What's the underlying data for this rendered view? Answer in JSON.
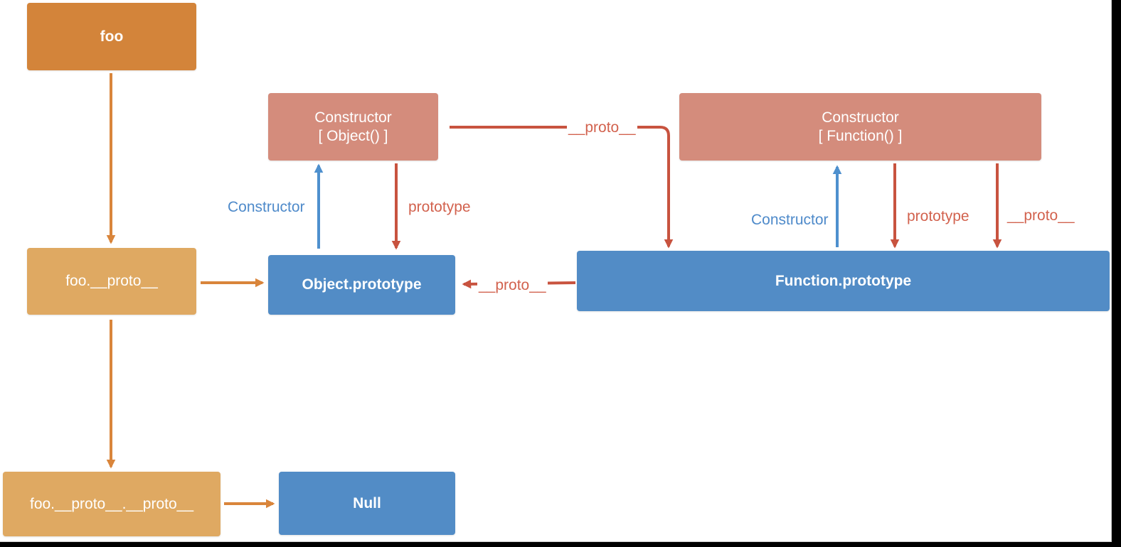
{
  "colors": {
    "dark_orange": "#D3843A",
    "light_orange": "#DFA962",
    "salmon": "#D48C7C",
    "blue": "#528CC6",
    "arrow_orange": "#D9853B",
    "arrow_red": "#C8533F",
    "arrow_blue": "#4E90CE",
    "label_red": "#D2624E",
    "label_blue": "#4E8ACA"
  },
  "nodes": {
    "foo": "foo",
    "foo_proto": "foo.__proto__",
    "foo_proto_proto": "foo.__proto__.__proto__",
    "object_constructor": {
      "line1": "Constructor",
      "line2": "[ Object() ]"
    },
    "function_constructor": {
      "line1": "Constructor",
      "line2": "[ Function() ]"
    },
    "object_prototype": "Object.prototype",
    "function_prototype": "Function.prototype",
    "null_node": "Null"
  },
  "edge_labels": {
    "object_constructor_link": "Constructor",
    "object_prototype_link": "prototype",
    "object_to_function_proto": "__proto__",
    "function_constructor_link": "Constructor",
    "function_prototype_link": "prototype",
    "function_proto_link": "__proto__",
    "function_prototype_to_object_prototype": "__proto__"
  }
}
